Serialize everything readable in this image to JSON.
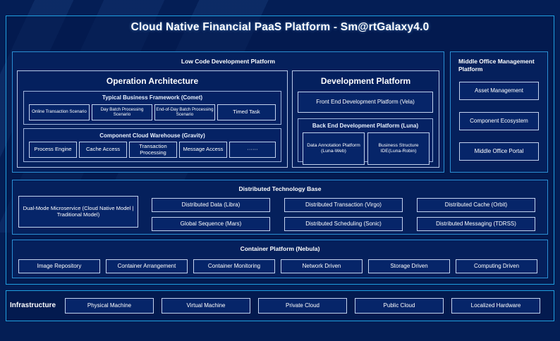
{
  "page": {
    "title": "Cloud Native Financial PaaS Platform - Sm@rtGalaxy4.0",
    "accent": "#1f9ee0",
    "background": "#041e55",
    "panel_fill": "#04205e"
  },
  "low_code": {
    "band_title": "Low Code Development Platform",
    "operation": {
      "title": "Operation Architecture",
      "groups": [
        {
          "title": "Typical Business Framework (Comet)",
          "items": [
            "Online Transaction Scenario",
            "Day Batch Processing Scenario",
            "End-of-Day Batch Processing Scenario",
            "Timed Task"
          ]
        },
        {
          "title": "Component Cloud Warehouse (Gravity)",
          "items": [
            "Process Engine",
            "Cache Access",
            "Transaction Processing",
            "Message Access",
            "······"
          ]
        }
      ]
    },
    "development": {
      "title": "Development Platform",
      "front_end": "Front End Development Platform (Vela)",
      "back_end": {
        "title": "Back End Development Platform (Luna)",
        "items": [
          "Data Annotation Platform (Luna-Web)",
          "Business Structure IDE(Luna-Robin)"
        ]
      }
    }
  },
  "middle_office": {
    "title": "Middle Office Management Platform",
    "items": [
      "Asset Management",
      "Component Ecosystem",
      "Middle Office Portal"
    ]
  },
  "tech_base": {
    "band_title": "Distributed Technology Base",
    "highlight": "Dual-Mode Microservice (Cloud Native Model | Traditional Model)",
    "items": [
      "Distributed Data (Libra)",
      "Distributed Transaction (Virgo)",
      "Distributed Cache (Orbit)",
      "Global Sequence (Mars)",
      "Distributed Scheduling (Sonic)",
      "Distributed Messaging (TDRSS)"
    ]
  },
  "container": {
    "band_title": "Container Platform (Nebula)",
    "items": [
      "Image Repository",
      "Container Arrangement",
      "Container Monitoring",
      "Network Driven",
      "Storage Driven",
      "Computing Driven"
    ]
  },
  "infrastructure": {
    "label": "Infrastructure",
    "items": [
      "Physical Machine",
      "Virtual Machine",
      "Private Cloud",
      "Public Cloud",
      "Localized Hardware"
    ]
  }
}
